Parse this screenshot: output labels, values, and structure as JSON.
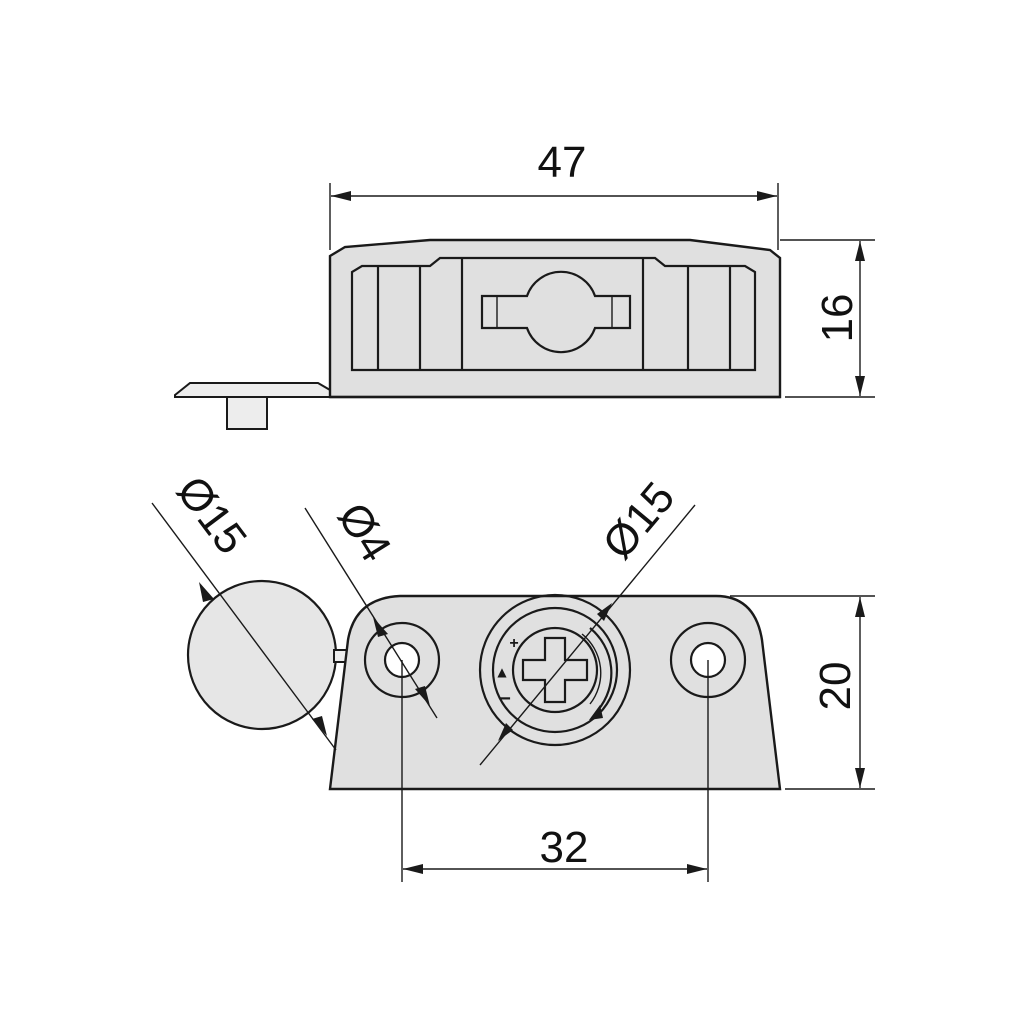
{
  "dimensions": {
    "top_width": "47",
    "top_height": "16",
    "cap_diameter": "Ø15",
    "hole_diameter": "Ø4",
    "cam_diameter": "Ø15",
    "body_height": "20",
    "hole_spacing": "32"
  },
  "adjuster_marks": {
    "plus": "+",
    "minus": "−",
    "triangle": "▲"
  },
  "colors": {
    "stroke": "#1a1a1a",
    "body_fill": "#e0e0e0",
    "cap_fill": "#e6e6e6",
    "background": "#ffffff"
  }
}
